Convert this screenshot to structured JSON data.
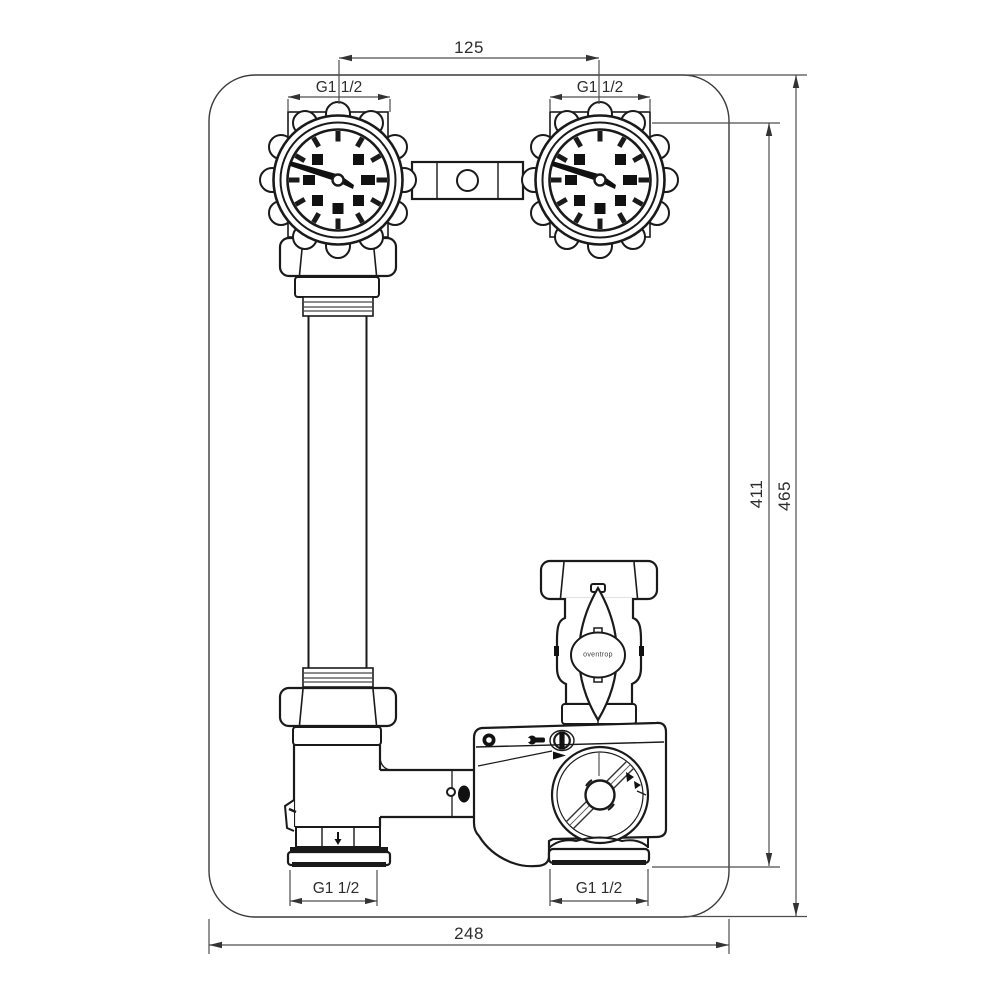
{
  "diagram": {
    "dimensions": {
      "port_spacing": "125",
      "overall_width": "248",
      "inner_height": "411",
      "overall_height": "465"
    },
    "threads": {
      "top_left": "G1 1/2",
      "top_right": "G1 1/2",
      "bottom_left": "G1 1/2",
      "bottom_right": "G1 1/2"
    },
    "valve_brand": "oventrop",
    "colors": {
      "outline": "#1a1a1a",
      "dimension_lines": "#4d4d4d",
      "text": "#2d2d2d",
      "background": "#ffffff"
    }
  }
}
